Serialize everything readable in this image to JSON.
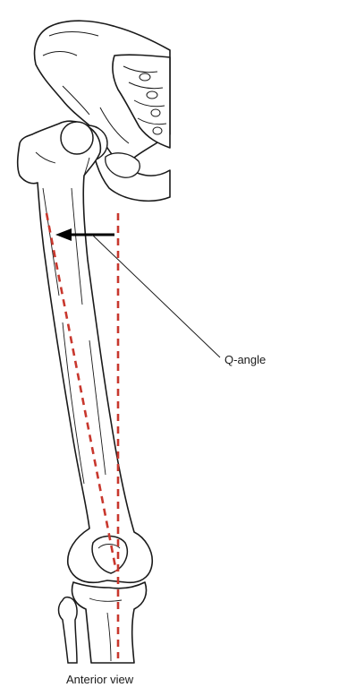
{
  "labels": {
    "q_angle": "Q-angle",
    "caption": "Anterior view"
  },
  "colors": {
    "bone_fill": "#ffffff",
    "bone_outline": "#1a1a1a",
    "dashed_axis": "#c8372d",
    "arrow": "#000000"
  },
  "icons": {
    "arrow": "left-pointing-arrow"
  }
}
